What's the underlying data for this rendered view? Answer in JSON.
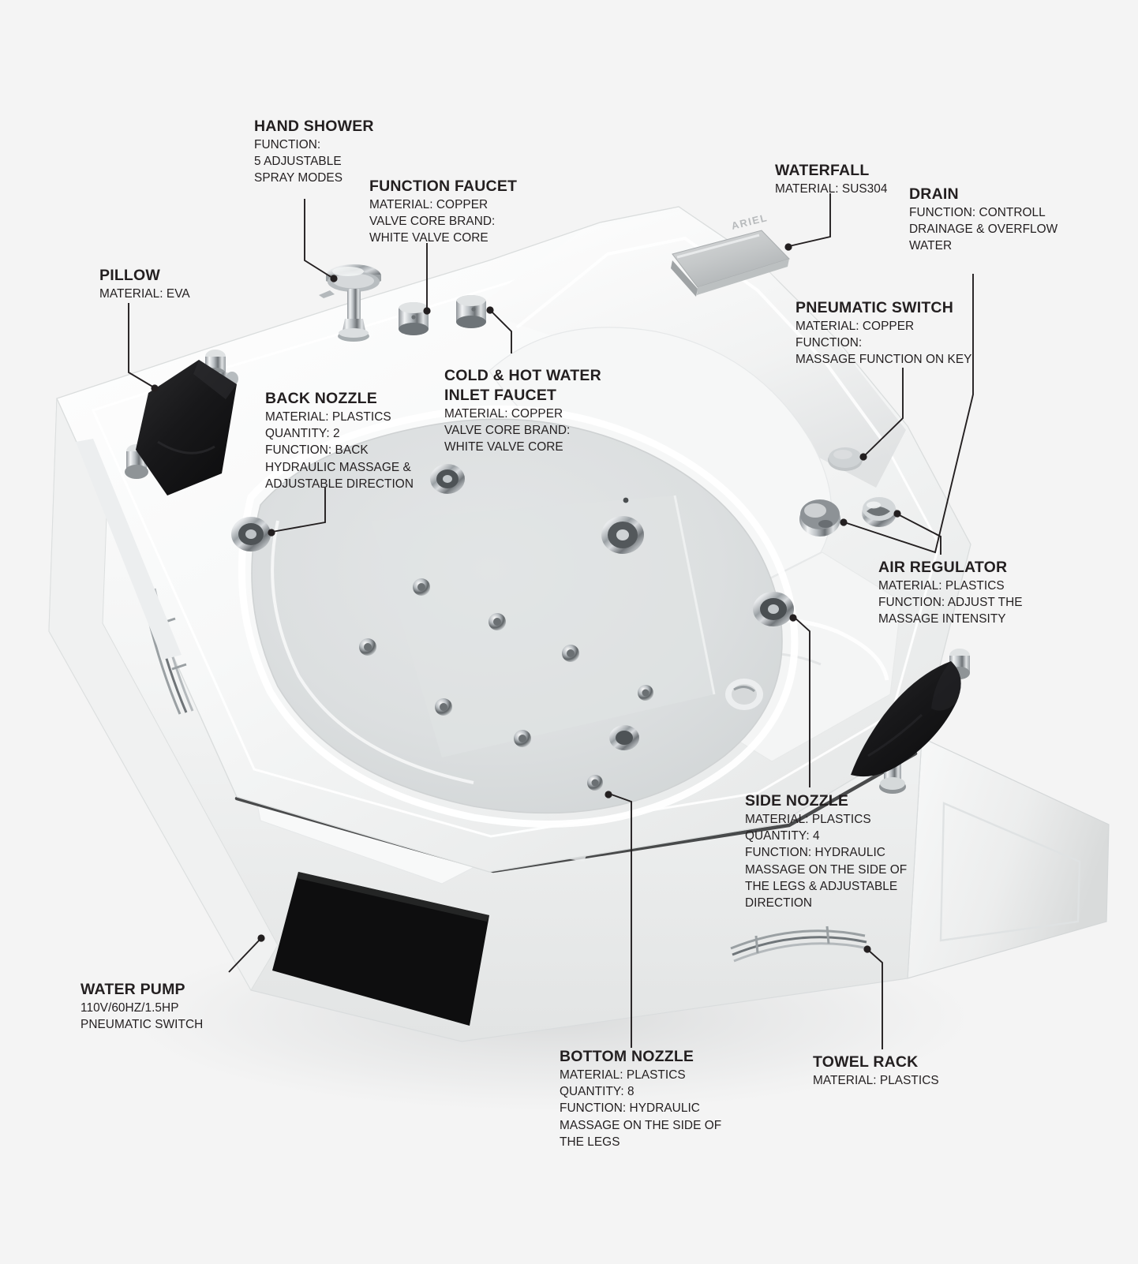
{
  "background_color": "#f4f4f4",
  "text_color": "#231f20",
  "product": {
    "brand_mark": "ARIEL",
    "type": "corner whirlpool bathtub cutaway diagram"
  },
  "callouts": [
    {
      "id": "hand-shower",
      "title": "HAND SHOWER",
      "lines": [
        "FUNCTION:",
        "5 ADJUSTABLE",
        "SPRAY MODES"
      ]
    },
    {
      "id": "function-faucet",
      "title": "FUNCTION FAUCET",
      "lines": [
        "MATERIAL: COPPER",
        "VALVE CORE BRAND:",
        "WHITE VALVE CORE"
      ]
    },
    {
      "id": "waterfall",
      "title": "WATERFALL",
      "lines": [
        "MATERIAL: SUS304"
      ]
    },
    {
      "id": "drain",
      "title": "DRAIN",
      "lines": [
        "FUNCTION: CONTROLL",
        "DRAINAGE & OVERFLOW",
        "WATER"
      ]
    },
    {
      "id": "pneumatic-switch",
      "title": "PNEUMATIC SWITCH",
      "lines": [
        "MATERIAL: COPPER",
        "FUNCTION:",
        "MASSAGE FUNCTION ON KEY"
      ]
    },
    {
      "id": "pillow",
      "title": "PILLOW",
      "lines": [
        "MATERIAL: EVA"
      ]
    },
    {
      "id": "back-nozzle",
      "title": "BACK NOZZLE",
      "lines": [
        "MATERIAL: PLASTICS",
        "QUANTITY: 2",
        "FUNCTION: BACK",
        "HYDRAULIC MASSAGE &",
        "ADJUSTABLE DIRECTION"
      ]
    },
    {
      "id": "cold-hot-water-inlet-faucet",
      "title": "COLD & HOT WATER INLET FAUCET",
      "title_lines": [
        "COLD & HOT WATER",
        "INLET FAUCET"
      ],
      "lines": [
        "MATERIAL: COPPER",
        "VALVE CORE BRAND:",
        "WHITE VALVE CORE"
      ]
    },
    {
      "id": "air-regulator",
      "title": "AIR REGULATOR",
      "lines": [
        "MATERIAL: PLASTICS",
        "FUNCTION: ADJUST THE",
        "MASSAGE INTENSITY"
      ]
    },
    {
      "id": "side-nozzle",
      "title": "SIDE NOZZLE",
      "lines": [
        "MATERIAL: PLASTICS",
        "QUANTITY: 4",
        "FUNCTION: HYDRAULIC",
        "MASSAGE ON THE SIDE OF",
        "THE LEGS & ADJUSTABLE",
        "DIRECTION"
      ]
    },
    {
      "id": "water-pump",
      "title": "WATER PUMP",
      "lines": [
        "110V/60HZ/1.5HP",
        "PNEUMATIC SWITCH"
      ]
    },
    {
      "id": "bottom-nozzle",
      "title": "BOTTOM NOZZLE",
      "lines": [
        "MATERIAL: PLASTICS",
        "QUANTITY: 8",
        "FUNCTION: HYDRAULIC",
        "MASSAGE ON THE SIDE OF",
        "THE LEGS"
      ]
    },
    {
      "id": "towel-rack",
      "title": "TOWEL RACK",
      "lines": [
        "MATERIAL: PLASTICS"
      ]
    }
  ]
}
